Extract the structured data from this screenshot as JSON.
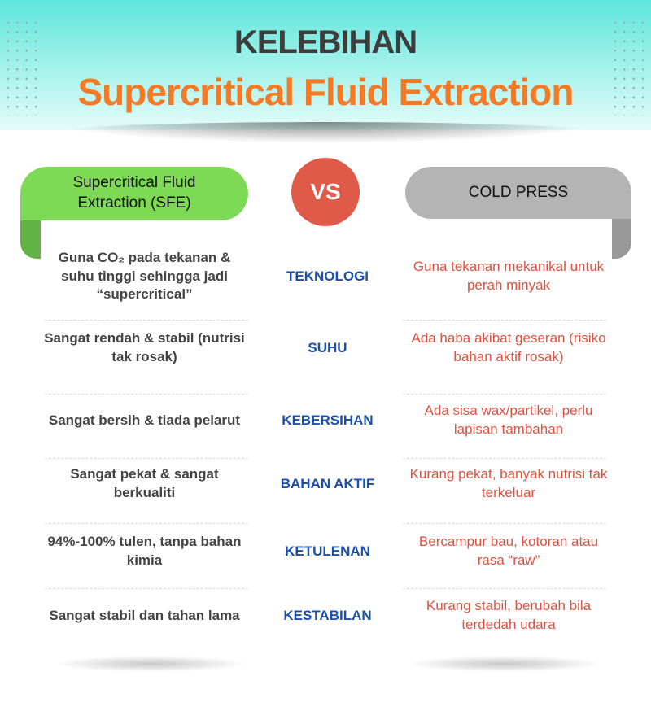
{
  "header": {
    "title": "KELEBIHAN",
    "subtitle": "Supercritical Fluid Extraction"
  },
  "columns": {
    "left": "Supercritical Fluid Extraction (SFE)",
    "vs": "VS",
    "right": "COLD PRESS"
  },
  "rows": [
    {
      "left": "Guna CO₂ pada tekanan & suhu tinggi sehingga jadi “supercritical”",
      "category": "TEKNOLOGI",
      "right": "Guna tekanan mekanikal untuk perah minyak"
    },
    {
      "left": "Sangat rendah & stabil (nutrisi tak rosak)",
      "category": "SUHU",
      "right": "Ada haba akibat geseran (risiko bahan aktif rosak)"
    },
    {
      "left": "Sangat bersih & tiada pelarut",
      "category": "KEBERSIHAN",
      "right": "Ada sisa wax/partikel, perlu lapisan tambahan"
    },
    {
      "left": "Sangat pekat & sangat berkualiti",
      "category": "BAHAN AKTIF",
      "right": "Kurang pekat, banyak nutrisi tak terkeluar"
    },
    {
      "left": "94%-100% tulen, tanpa bahan kimia",
      "category": "KETULENAN",
      "right": "Bercampur bau, kotoran atau rasa “raw”"
    },
    {
      "left": "Sangat stabil dan tahan lama",
      "category": "KESTABILAN",
      "right": "Kurang stabil, berubah bila terdedah udara"
    }
  ],
  "colors": {
    "green": "#7ed957",
    "gray": "#b4b4b4",
    "vs": "#e05a4a",
    "orange": "#f47a25",
    "blue": "#1a4fb0",
    "red": "#e0513f"
  }
}
